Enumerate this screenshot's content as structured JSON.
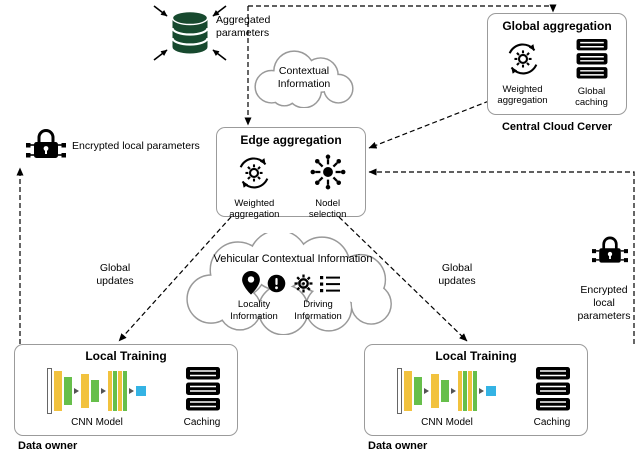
{
  "figure": {
    "top_left": {
      "label": "Aggregated parameters"
    },
    "top_cloud": {
      "label": "Contextual Information"
    },
    "global_aggregation": {
      "title": "Global aggregation",
      "weighted_label": "Weighted aggregation",
      "caching_label": "Global caching",
      "caption": "Central Cloud Cerver"
    },
    "edge_aggregation": {
      "title": "Edge aggregation",
      "weighted_label": "Weighted aggregation",
      "node_label": "Nodel selection"
    },
    "encrypted_left": {
      "label": "Encrypted local parameters"
    },
    "encrypted_right": {
      "label": "Encrypted local parameters"
    },
    "vehicular_cloud": {
      "title": "Vehicular Contextual Information",
      "locality_label": "Locality Information",
      "driving_label": "Driving Information"
    },
    "updates_left": {
      "label": "Global updates"
    },
    "updates_right": {
      "label": "Global updates"
    },
    "local_left": {
      "title": "Local Training",
      "cnn_label": "CNN Model",
      "caching_label": "Caching",
      "owner": "Data owner"
    },
    "local_right": {
      "title": "Local Training",
      "cnn_label": "CNN Model",
      "caching_label": "Caching",
      "owner": "Data owner"
    },
    "colors": {
      "db_green": "#17492e",
      "cnn_yellow": "#f2c23e",
      "cnn_green": "#67bf4b",
      "cnn_blue": "#34b3e4"
    }
  }
}
